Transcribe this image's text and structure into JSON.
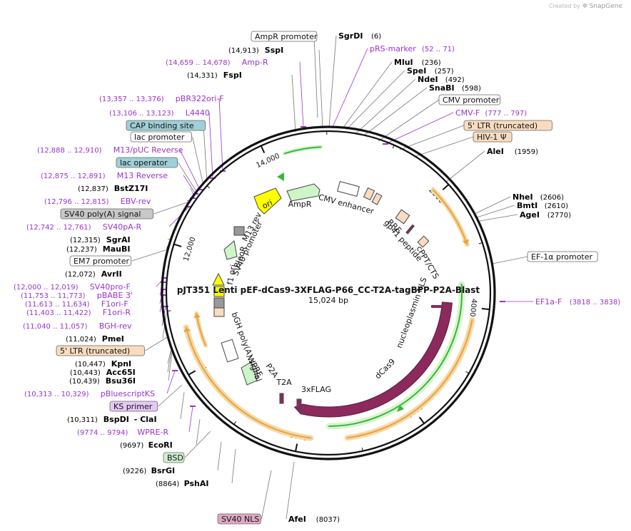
{
  "credit": {
    "text": "Created by",
    "brand": "SnapGene"
  },
  "plasmid": {
    "name": "pJT351 Lenti pEF-dCas9-3XFLAG-P66_CC-T2A-tagBFP-P2A-Blast",
    "length_label": "15,024 bp",
    "length": 15024
  },
  "colors": {
    "enzyme": "#000000",
    "primer": "#9933cc",
    "cds_dark": "#8c2a5e",
    "cds_green": "#ccf5c8",
    "orange": "#e8a33c",
    "green_arrow": "#3cb43c",
    "ori": "#ffff00",
    "label_tan": "#f9dcc0",
    "label_blue": "#9ed0d8",
    "label_gray": "#c8c8c8",
    "label_pink": "#e0a8c4",
    "label_purple": "#e6c8f5",
    "label_lgreen": "#d2f0d0"
  },
  "ticks": [
    "2000",
    "4000",
    "6000",
    "8000",
    "10,000",
    "12,000",
    "14,000"
  ],
  "features": [
    {
      "label": "AmpR",
      "color": "cds_green"
    },
    {
      "label": "CMV enhancer",
      "color": "white"
    },
    {
      "label": "ori",
      "color": "ori"
    },
    {
      "label": "M13 rev",
      "color": "none"
    },
    {
      "label": "SV40 promoter",
      "color": "none"
    },
    {
      "label": "BleoR",
      "color": "none"
    },
    {
      "label": "f1 ori",
      "color": "none"
    },
    {
      "label": "bGH poly(A) signal",
      "color": "none"
    },
    {
      "label": "WPRE",
      "color": "none"
    },
    {
      "label": "P2A",
      "color": "none"
    },
    {
      "label": "T2A",
      "color": "none"
    },
    {
      "label": "3xFLAG",
      "color": "none"
    },
    {
      "label": "dCas9",
      "color": "cds_dark"
    },
    {
      "label": "nucleoplasmin NLS",
      "color": "none"
    },
    {
      "label": "cPPT/CTS",
      "color": "none"
    },
    {
      "label": "gp41 peptide",
      "color": "none"
    },
    {
      "label": "RRE",
      "color": "none"
    }
  ],
  "left_labels": [
    {
      "label": "AmpR promoter",
      "pos": "",
      "style": "box-white"
    },
    {
      "label": "SspI",
      "pos": "(14,913)",
      "style": "enzyme"
    },
    {
      "label": "Amp-R",
      "pos": "(14,659 .. 14,678)",
      "style": "primer"
    },
    {
      "label": "FspI",
      "pos": "(14,331)",
      "style": "enzyme"
    },
    {
      "label": "pBR322ori-F",
      "pos": "(13,357 .. 13,376)",
      "style": "primer"
    },
    {
      "label": "L4440",
      "pos": "(13,106 .. 13,123)",
      "style": "primer"
    },
    {
      "label": "CAP binding site",
      "pos": "",
      "style": "box-blue"
    },
    {
      "label": "lac promoter",
      "pos": "",
      "style": "box-white"
    },
    {
      "label": "M13/pUC Reverse",
      "pos": "(12,888 .. 12,910)",
      "style": "primer"
    },
    {
      "label": "lac operator",
      "pos": "",
      "style": "box-blue"
    },
    {
      "label": "M13 Reverse",
      "pos": "(12,875 .. 12,891)",
      "style": "primer"
    },
    {
      "label": "BstZ17I",
      "pos": "(12,837)",
      "style": "enzyme"
    },
    {
      "label": "EBV-rev",
      "pos": "(12,796 .. 12,815)",
      "style": "primer"
    },
    {
      "label": "SV40 poly(A) signal",
      "pos": "",
      "style": "box-gray"
    },
    {
      "label": "SV40pA-R",
      "pos": "(12,742 .. 12,761)",
      "style": "primer"
    },
    {
      "label": "SgrAI",
      "pos": "(12,315)",
      "style": "enzyme"
    },
    {
      "label": "MauBI",
      "pos": "(12,237)",
      "style": "enzyme"
    },
    {
      "label": "EM7 promoter",
      "pos": "",
      "style": "box-white"
    },
    {
      "label": "AvrII",
      "pos": "(12,072)",
      "style": "enzyme"
    },
    {
      "label": "SV40pro-F",
      "pos": "(12,000 .. 12,019)",
      "style": "primer"
    },
    {
      "label": "pBABE 3'",
      "pos": "(11,753 .. 11,773)",
      "style": "primer"
    },
    {
      "label": "F1ori-F",
      "pos": "(11,613 .. 11,634)",
      "style": "primer"
    },
    {
      "label": "F1ori-R",
      "pos": "(11,403 .. 11,422)",
      "style": "primer"
    },
    {
      "label": "BGH-rev",
      "pos": "(11,040 .. 11,057)",
      "style": "primer"
    },
    {
      "label": "PmeI",
      "pos": "(11,024)",
      "style": "enzyme"
    },
    {
      "label": "5' LTR (truncated)",
      "pos": "",
      "style": "box-tan"
    },
    {
      "label": "KpnI",
      "pos": "(10,447)",
      "style": "enzyme"
    },
    {
      "label": "Acc65I",
      "pos": "(10,443)",
      "style": "enzyme"
    },
    {
      "label": "Bsu36I",
      "pos": "(10,439)",
      "style": "enzyme"
    },
    {
      "label": "pBluescriptKS",
      "pos": "(10,313 .. 10,329)",
      "style": "primer"
    },
    {
      "label": "KS primer",
      "pos": "",
      "style": "box-purple"
    },
    {
      "label": "BspDI",
      "pos": "(10,311)",
      "style": "enzyme",
      "extra": "- ClaI"
    },
    {
      "label": "WPRE-R",
      "pos": "(9774 .. 9794)",
      "style": "primer"
    },
    {
      "label": "EcoRI",
      "pos": "(9697)",
      "style": "enzyme"
    },
    {
      "label": "BSD",
      "pos": "",
      "style": "box-lgreen"
    },
    {
      "label": "BsrGI",
      "pos": "(9226)",
      "style": "enzyme"
    },
    {
      "label": "PshAI",
      "pos": "(8864)",
      "style": "enzyme"
    },
    {
      "label": "SV40 NLS",
      "pos": "",
      "style": "box-pink"
    }
  ],
  "right_labels": [
    {
      "label": "SgrDI",
      "pos": "(6)",
      "style": "enzyme"
    },
    {
      "label": "pRS-marker",
      "pos": "(52 .. 71)",
      "style": "primer"
    },
    {
      "label": "MluI",
      "pos": "(236)",
      "style": "enzyme"
    },
    {
      "label": "SpeI",
      "pos": "(257)",
      "style": "enzyme"
    },
    {
      "label": "NdeI",
      "pos": "(492)",
      "style": "enzyme"
    },
    {
      "label": "SnaBI",
      "pos": "(598)",
      "style": "enzyme"
    },
    {
      "label": "CMV promoter",
      "pos": "",
      "style": "box-white"
    },
    {
      "label": "CMV-F",
      "pos": "(777 .. 797)",
      "style": "primer"
    },
    {
      "label": "5' LTR (truncated)",
      "pos": "",
      "style": "box-tan"
    },
    {
      "label": "HIV-1 Ψ",
      "pos": "",
      "style": "box-tan"
    },
    {
      "label": "AleI",
      "pos": "(1959)",
      "style": "enzyme"
    },
    {
      "label": "NheI",
      "pos": "(2606)",
      "style": "enzyme"
    },
    {
      "label": "BmtI",
      "pos": "(2610)",
      "style": "enzyme"
    },
    {
      "label": "AgeI",
      "pos": "(2770)",
      "style": "enzyme"
    },
    {
      "label": "EF-1α promoter",
      "pos": "",
      "style": "box-white"
    },
    {
      "label": "EF1a-F",
      "pos": "(3818 .. 3838)",
      "style": "primer"
    },
    {
      "label": "AfeI",
      "pos": "(8037)",
      "style": "enzyme"
    }
  ]
}
